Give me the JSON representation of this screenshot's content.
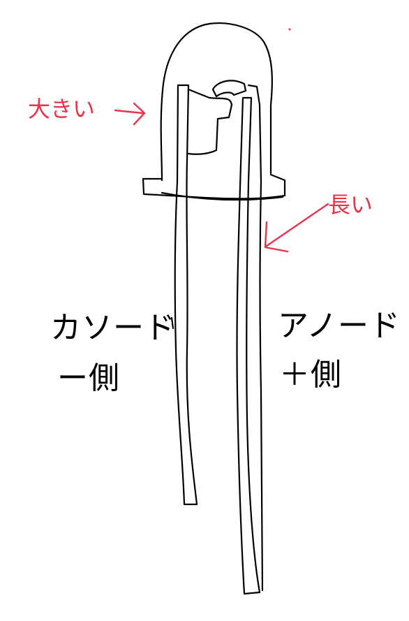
{
  "colors": {
    "ink": "#000000",
    "annotation": "#e8344a",
    "background": "#ffffff"
  },
  "annotations": {
    "big": "大きい",
    "long": "長い"
  },
  "leads": {
    "cathode_name": "カソード",
    "cathode_polarity": "ー側",
    "anode_name": "アノード",
    "anode_polarity": "＋側"
  }
}
